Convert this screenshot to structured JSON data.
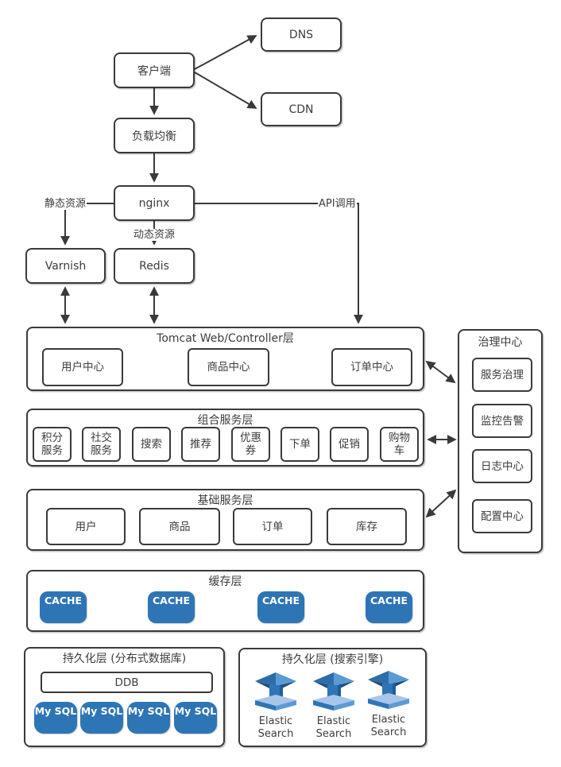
{
  "diagram": {
    "nodes": {
      "client": "客户端",
      "dns": "DNS",
      "cdn": "CDN",
      "load_balancer": "负载均衡",
      "nginx": "nginx",
      "varnish": "Varnish",
      "redis": "Redis"
    },
    "edge_labels": {
      "static_assets": "静态资源",
      "dynamic_assets": "动态资源",
      "api_call": "API调用"
    },
    "tomcat": {
      "title": "Tomcat Web/Controller层",
      "items": [
        "用户中心",
        "商品中心",
        "订单中心"
      ]
    },
    "composite": {
      "title": "组合服务层",
      "items": [
        "积分\n服务",
        "社交\n服务",
        "搜索",
        "推荐",
        "优惠\n券",
        "下单",
        "促销",
        "购物\n车"
      ]
    },
    "basic": {
      "title": "基础服务层",
      "items": [
        "用户",
        "商品",
        "订单",
        "库存"
      ]
    },
    "cache": {
      "title": "缓存层",
      "items": [
        "CACHE",
        "CACHE",
        "CACHE",
        "CACHE"
      ]
    },
    "persistence_db": {
      "title": "持久化层 (分布式数据库)",
      "ddb": "DDB",
      "items": [
        "My SQL",
        "My SQL",
        "My SQL",
        "My SQL"
      ]
    },
    "persistence_search": {
      "title": "持久化层 (搜索引擎)",
      "items": [
        "Elastic\nSearch",
        "Elastic\nSearch",
        "Elastic\nSearch"
      ]
    },
    "governance": {
      "title": "治理中心",
      "items": [
        "服务治理",
        "监控告警",
        "日志中心",
        "配置中心"
      ]
    },
    "colors": {
      "accent_blue": "#2E75B6",
      "line": "#3A3A3C"
    }
  }
}
